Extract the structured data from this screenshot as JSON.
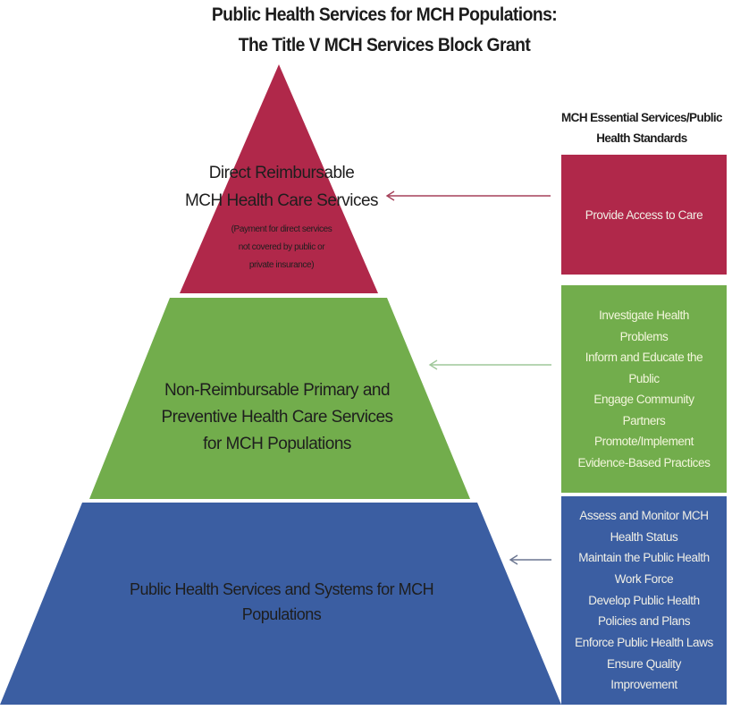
{
  "title": {
    "line1": "Public Health Services for MCH Populations:",
    "line2": "The Title V MCH Services Block Grant"
  },
  "colors": {
    "tier_top": "#b0284a",
    "tier_middle": "#72ad4c",
    "tier_bottom": "#3b5ea2",
    "arrow_top": "#a5415a",
    "arrow_middle": "#9fc79a",
    "arrow_bottom": "#6a7590"
  },
  "pyramid": {
    "tiers": [
      {
        "level": "top",
        "label_lines": [
          "Direct Reimbursable",
          "MCH Health Care Services"
        ],
        "sublabel_lines": [
          "(Payment for direct services",
          "not covered by public or",
          "private insurance)"
        ]
      },
      {
        "level": "middle",
        "label_lines": [
          "Non-Reimbursable Primary and",
          "Preventive Health Care Services",
          "for MCH Populations"
        ]
      },
      {
        "level": "bottom",
        "label_lines": [
          "Public Health Services and Systems for MCH",
          "Populations"
        ]
      }
    ]
  },
  "essential_services": {
    "header_lines": [
      "MCH Essential Services/Public",
      "Health Standards"
    ],
    "boxes": [
      {
        "level": "top",
        "lines": [
          "Provide Access to Care"
        ]
      },
      {
        "level": "middle",
        "lines": [
          "Investigate Health",
          "Problems",
          "Inform and Educate the",
          "Public",
          "Engage Community",
          "Partners",
          "Promote/Implement",
          "Evidence-Based  Practices"
        ]
      },
      {
        "level": "bottom",
        "lines": [
          "Assess and Monitor MCH",
          "Health Status",
          "Maintain the Public Health",
          "Work Force",
          "Develop Public Health",
          "Policies and Plans",
          "Enforce Public Health Laws",
          "Ensure Quality",
          "Improvement"
        ]
      }
    ]
  }
}
